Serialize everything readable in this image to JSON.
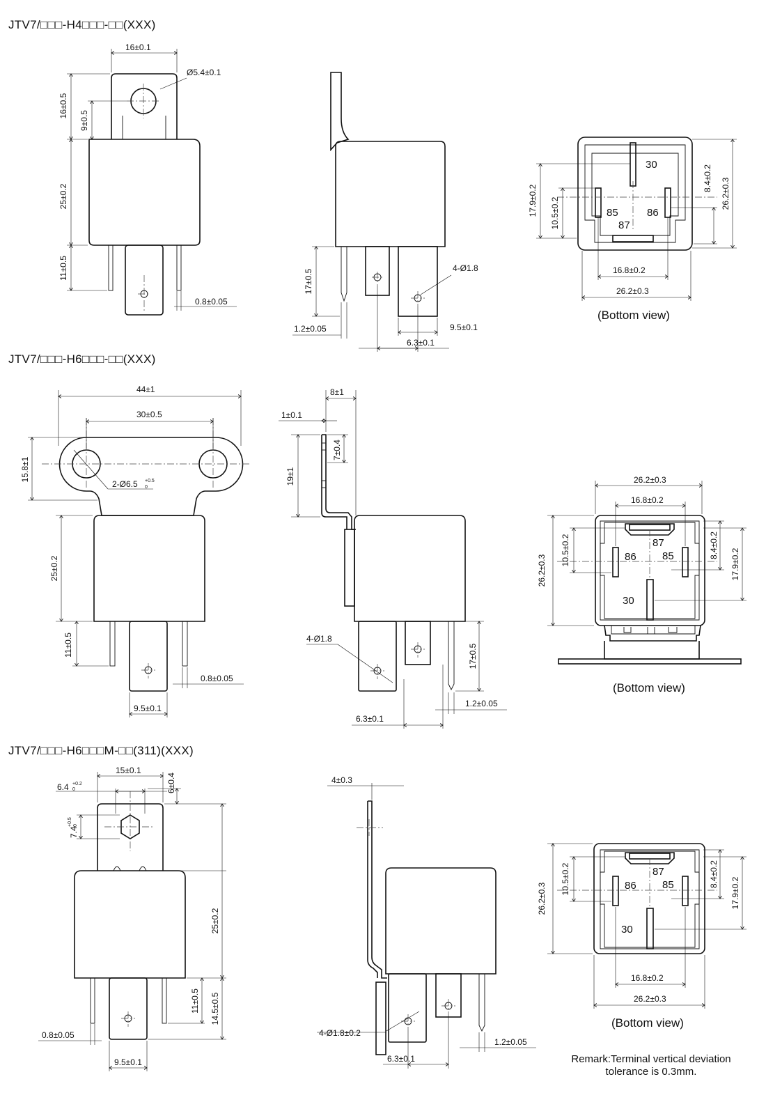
{
  "sections": [
    {
      "title": "JTV7/□□□-H4□□□-□□(XXX)",
      "front": {
        "tab_width": "16±0.1",
        "hole": "Ø5.4±0.1",
        "tab_height": "16±0.5",
        "hole_pos": "9±0.5",
        "body_height": "25±0.2",
        "pin_length": "11±0.5",
        "pin_thick": "0.8±0.05"
      },
      "side": {
        "pin_length": "17±0.5",
        "hole": "4-Ø1.8",
        "thick": "1.2±0.05",
        "pitch": "6.3±0.1",
        "width": "9.5±0.1"
      },
      "bottom": {
        "pins": [
          "30",
          "85",
          "86",
          "87"
        ],
        "h1": "17.9±0.2",
        "h2": "10.5±0.2",
        "h3": "8.4±0.2",
        "h4": "26.2±0.3",
        "w1": "16.8±0.2",
        "w2": "26.2±0.3",
        "caption": "(Bottom view)"
      }
    },
    {
      "title": "JTV7/□□□-H6□□□-□□(XXX)",
      "front": {
        "flange_width": "44±1",
        "hole_pitch": "30±0.5",
        "flange_height": "15.8±1",
        "holes": "2-Ø6.5",
        "holes_tol": "+0.5",
        "holes_tol2": "0",
        "body_height": "25±0.2",
        "pin_length": "11±0.5",
        "pin_thick": "0.8±0.05",
        "width": "9.5±0.1"
      },
      "side": {
        "offset": "8±1",
        "thick": "1±0.1",
        "slot": "7±0.4",
        "height": "19±1",
        "hole": "4-Ø1.8",
        "pin_length": "17±0.5",
        "pin_thick": "1.2±0.05",
        "pitch": "6.3±0.1"
      },
      "bottom": {
        "pins": [
          "87",
          "86",
          "85",
          "30"
        ],
        "w2": "26.2±0.3",
        "w1": "16.8±0.2",
        "h2": "10.5±0.2",
        "h3": "8.4±0.2",
        "h4": "17.9±0.2",
        "h1": "26.2±0.3",
        "caption": "(Bottom view)"
      }
    },
    {
      "title": "JTV7/□□□-H6□□□M-□□(311)(XXX)",
      "front": {
        "tab_width": "15±0.1",
        "hex": "6.4",
        "hex_tol": "+0.2",
        "hex_tol2": "0",
        "tab_h": "6±0.4",
        "nut": "7.4",
        "nut_tol": "+0.5",
        "nut_tol2": "0",
        "body_height": "25±0.2",
        "pin_length": "11±0.5",
        "total": "14.5±0.5",
        "pin_thick": "0.8±0.05",
        "width": "9.5±0.1"
      },
      "side": {
        "thick": "4±0.3",
        "hole": "4-Ø1.8±0.2",
        "pin_thick": "1.2±0.05",
        "pitch": "6.3±0.1"
      },
      "bottom": {
        "pins": [
          "87",
          "86",
          "85",
          "30"
        ],
        "h2": "10.5±0.2",
        "h3": "8.4±0.2",
        "h4": "17.9±0.2",
        "h1": "26.2±0.3",
        "w1": "16.8±0.2",
        "w2": "26.2±0.3",
        "caption": "(Bottom view)"
      }
    }
  ],
  "remark": {
    "line1": "Remark:Terminal vertical deviation",
    "line2": "tolerance is 0.3mm."
  }
}
